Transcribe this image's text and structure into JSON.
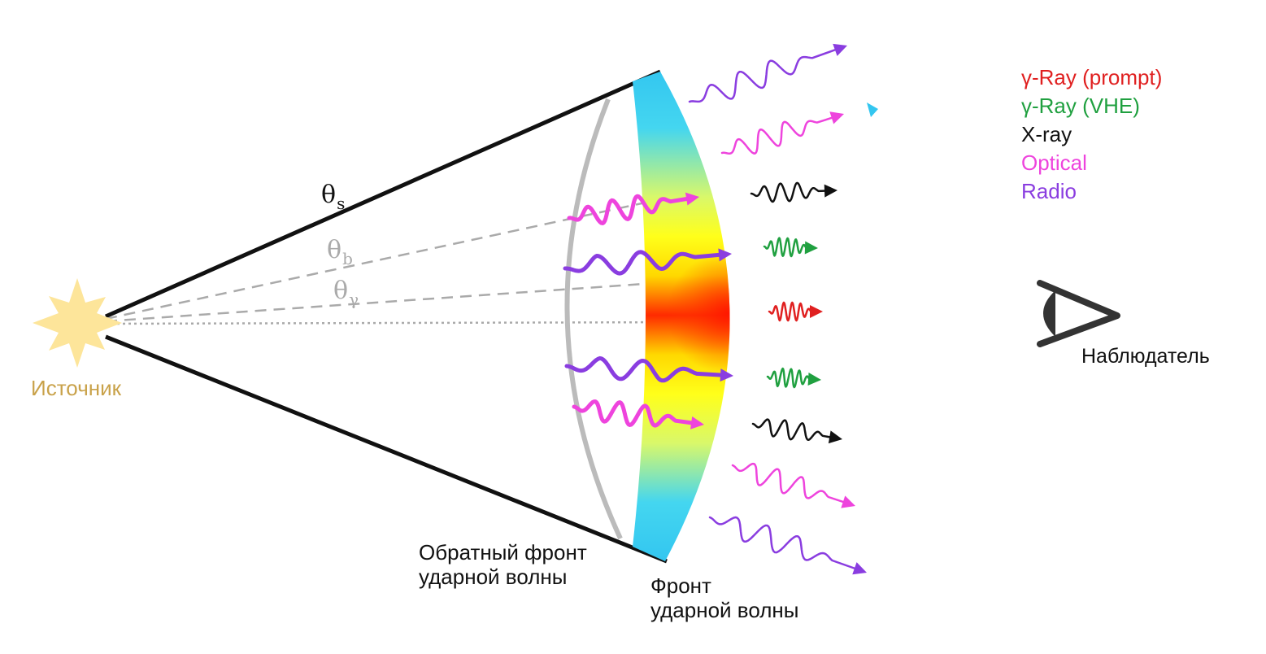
{
  "labels": {
    "source": "Источник",
    "reverse_shock_line1": "Обратный фронт",
    "reverse_shock_line2": "ударной волны",
    "shock_front_line1": "Фронт",
    "shock_front_line2": "ударной волны",
    "observer": "Наблюдатель"
  },
  "angles": {
    "theta_s": {
      "symbol": "θ",
      "sub": "s"
    },
    "theta_b": {
      "symbol": "θ",
      "sub": "b"
    },
    "theta_gamma": {
      "symbol": "θ",
      "sub": "γ"
    }
  },
  "legend": [
    {
      "label": "γ-Ray (prompt)",
      "color": "#e02020"
    },
    {
      "label": "γ-Ray (VHE)",
      "color": "#20a040"
    },
    {
      "label": "X-ray",
      "color": "#111111"
    },
    {
      "label": "Optical",
      "color": "#ee44dd"
    },
    {
      "label": "Radio",
      "color": "#8a3de0"
    }
  ],
  "colors": {
    "source": "#fde59a",
    "source_label": "#c9a24a",
    "cone": "#111111",
    "reverse_shock": "#bbbbbb",
    "angle_lines": "#aaaaaa",
    "front_gradient": [
      "#33c6f0",
      "#ffff1a",
      "#ff2a00"
    ],
    "observer": "#333333"
  },
  "icons": {
    "source": "star-burst-icon",
    "observer": "eye-icon"
  }
}
